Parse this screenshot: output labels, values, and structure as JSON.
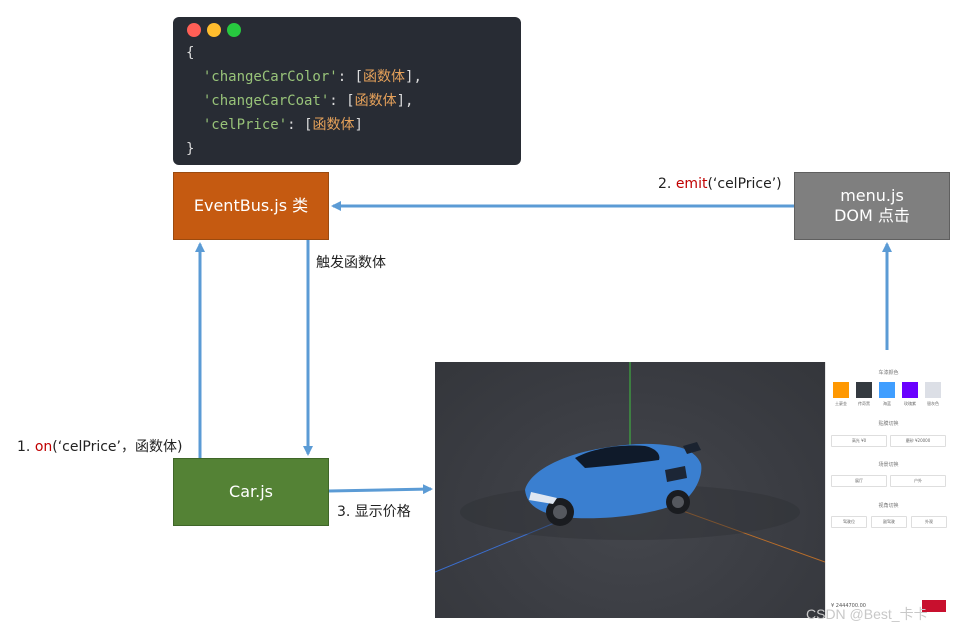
{
  "code": {
    "open_brace": "{",
    "close_brace": "}",
    "lines": [
      {
        "key": "'changeCarColor'",
        "sep": ": [",
        "value": "函数体",
        "end": "],"
      },
      {
        "key": "'changeCarCoat'",
        "sep": ": [",
        "value": "函数体",
        "end": "],"
      },
      {
        "key": "'celPrice'",
        "sep": ": [",
        "value": "函数体",
        "end": "]"
      }
    ],
    "dot_colors": [
      "#ff5f56",
      "#ffbd2e",
      "#27c93f"
    ]
  },
  "boxes": {
    "eventbus": "EventBus.js 类",
    "menu_line1": "menu.js",
    "menu_line2": "DOM 点击",
    "car": "Car.js"
  },
  "labels": {
    "step2_prefix": "2. ",
    "step2_keyword": "emit",
    "step2_suffix": "(‘celPrice’)",
    "trigger": "触发函数体",
    "step1_prefix": "1. ",
    "step1_keyword": "on",
    "step1_suffix": "(‘celPrice’，函数体)",
    "step3": "3. 显示价格"
  },
  "panel": {
    "section_color": "车漆颜色",
    "swatches": [
      {
        "label": "土豪金",
        "color": "#ff9800"
      },
      {
        "label": "传奇黑",
        "color": "#343a40"
      },
      {
        "label": "海蓝",
        "color": "#409eff"
      },
      {
        "label": "玫瑰紫",
        "color": "#6a00ff"
      },
      {
        "label": "银灰色",
        "color": "#dcdfe6"
      }
    ],
    "section_coat": "贴膜切换",
    "coat_buttons": [
      "高光 ¥0",
      "磨砂 ¥20000"
    ],
    "section_scene": "场景切换",
    "scene_buttons": [
      "展厅",
      "户外"
    ],
    "section_view": "视角切换",
    "view_buttons": [
      "驾驶位",
      "副驾驶",
      "外观"
    ],
    "price_text": "¥ 2444700.00"
  },
  "watermark": "CSDN @Best_卡卡",
  "colors": {
    "arrow": "#5b9bd5",
    "eventbus": "#c55a11",
    "menu": "#7f7f7f",
    "car": "#548235",
    "car_body": "#3a7fd0"
  }
}
